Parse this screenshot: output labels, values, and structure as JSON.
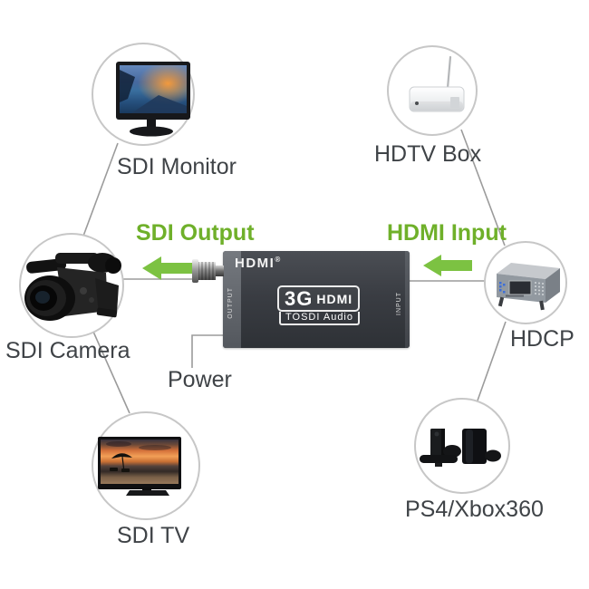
{
  "colors": {
    "accent_green": "#7cc242",
    "label_green": "#6fb02a",
    "line": "#9b9b9b",
    "label_text": "#3f4347",
    "device_body": "#3a3d43",
    "circle_border": "#c7c7c7"
  },
  "nodes": {
    "sdi_monitor": {
      "label": "SDI Monitor",
      "icon": "desktop-monitor"
    },
    "hdtv_box": {
      "label": "HDTV Box",
      "icon": "set-top-box-with-antenna"
    },
    "sdi_camera": {
      "label": "SDI Camera",
      "icon": "professional-camcorder"
    },
    "hdcp": {
      "label": "HDCP",
      "icon": "signal-test-instrument"
    },
    "sdi_tv": {
      "label": "SDI TV",
      "icon": "flat-screen-tv"
    },
    "ps4_xbox": {
      "label": "PS4/Xbox360",
      "icon": "game-consoles"
    },
    "power": {
      "label": "Power"
    }
  },
  "flows": {
    "sdi_output": {
      "label": "SDI Output",
      "direction": "left"
    },
    "hdmi_input": {
      "label": "HDMI Input",
      "direction": "left"
    }
  },
  "device": {
    "logo": "HDMI",
    "registered_mark": "®",
    "badge_3g": "3G",
    "badge_hdmi": "HDMI",
    "badge_sub": "TOSDI Audio",
    "left_port": "OUTPUT",
    "right_port": "INPUT"
  }
}
